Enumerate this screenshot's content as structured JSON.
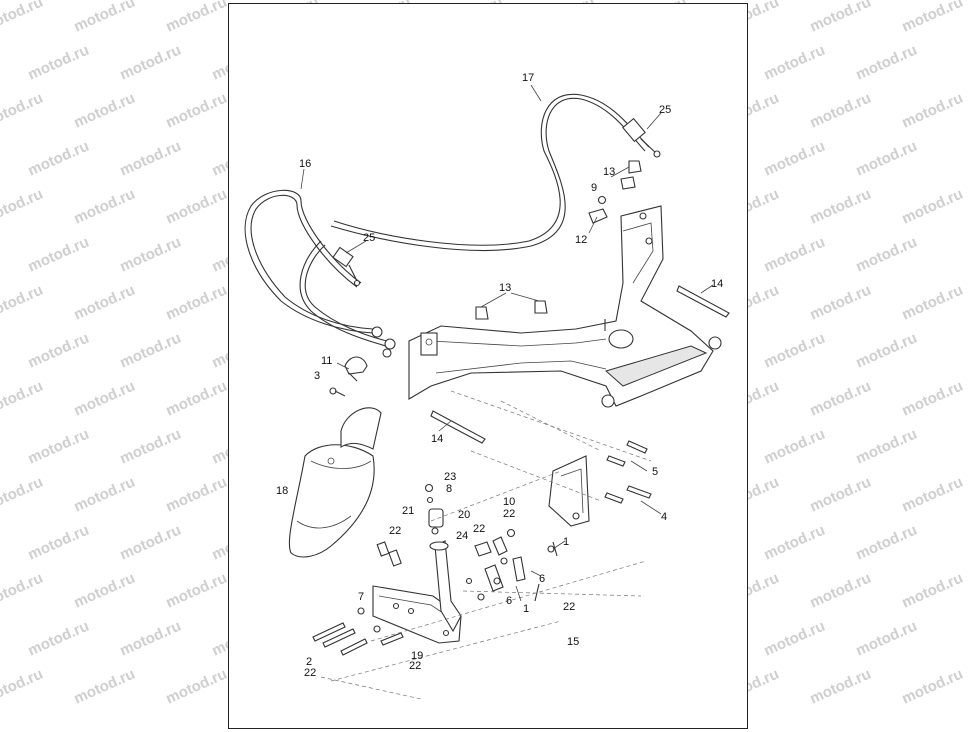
{
  "watermark": "motod.ru",
  "callouts": [
    {
      "id": "c17a",
      "text": "17"
    },
    {
      "id": "c25a",
      "text": "25"
    },
    {
      "id": "c16",
      "text": "16"
    },
    {
      "id": "c13a",
      "text": "13"
    },
    {
      "id": "c9",
      "text": "9"
    },
    {
      "id": "c12",
      "text": "12"
    },
    {
      "id": "c25b",
      "text": "25"
    },
    {
      "id": "c13b",
      "text": "13"
    },
    {
      "id": "c14a",
      "text": "14"
    },
    {
      "id": "c11",
      "text": "11"
    },
    {
      "id": "c3",
      "text": "3"
    },
    {
      "id": "c14b",
      "text": "14"
    },
    {
      "id": "c5",
      "text": "5"
    },
    {
      "id": "c18",
      "text": "18"
    },
    {
      "id": "c23",
      "text": "23"
    },
    {
      "id": "c8",
      "text": "8"
    },
    {
      "id": "c21",
      "text": "21"
    },
    {
      "id": "c20",
      "text": "20"
    },
    {
      "id": "c10",
      "text": "10"
    },
    {
      "id": "c22a",
      "text": "22"
    },
    {
      "id": "c4",
      "text": "4"
    },
    {
      "id": "c22b",
      "text": "22"
    },
    {
      "id": "c22c",
      "text": "22"
    },
    {
      "id": "c24",
      "text": "24"
    },
    {
      "id": "c1a",
      "text": "1"
    },
    {
      "id": "c6a",
      "text": "6"
    },
    {
      "id": "c7",
      "text": "7"
    },
    {
      "id": "c6b",
      "text": "6"
    },
    {
      "id": "c22d",
      "text": "22"
    },
    {
      "id": "c1b",
      "text": "1"
    },
    {
      "id": "c15",
      "text": "15"
    },
    {
      "id": "c2",
      "text": "2"
    },
    {
      "id": "c19",
      "text": "19"
    },
    {
      "id": "c22e",
      "text": "22"
    },
    {
      "id": "c22f",
      "text": "22"
    }
  ]
}
